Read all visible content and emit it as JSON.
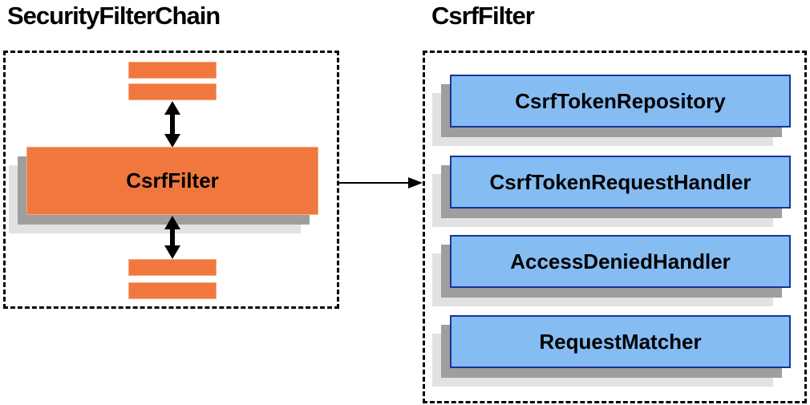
{
  "left_panel": {
    "title": "SecurityFilterChain",
    "filter_box_label": "CsrfFilter"
  },
  "right_panel": {
    "title": "CsrfFilter",
    "components": [
      "CsrfTokenRepository",
      "CsrfTokenRequestHandler",
      "AccessDeniedHandler",
      "RequestMatcher"
    ]
  },
  "icons": {
    "vertical_double_arrow": "up-down-arrow",
    "flow_arrow": "right-arrow"
  },
  "colors": {
    "filter_orange": "#F0773E",
    "filter_orange_border": "#F9A97C",
    "component_blue": "#85BCF2",
    "component_blue_border": "#1A339C",
    "shadow_dark": "#9E9E9E",
    "shadow_light": "#E2E2E2",
    "arrow_black": "#000000",
    "text_black": "#000000"
  }
}
